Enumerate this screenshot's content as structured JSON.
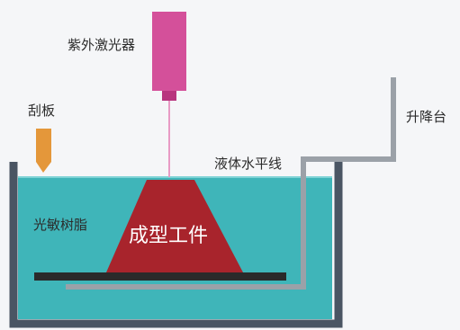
{
  "labels": {
    "uv_laser": "紫外激光器",
    "scraper": "刮板",
    "elevator": "升降台",
    "liquid_level": "液体水平线",
    "resin": "光敏树脂",
    "workpiece": "成型工件"
  },
  "colors": {
    "background": "#f5f6f8",
    "resin": "#3fb5b9",
    "vat_wall": "#4a5563",
    "laser_body": "#d4509a",
    "laser_nozzle": "#b8347e",
    "laser_beam": "#e89bc5",
    "scraper": "#e4973a",
    "workpiece": "#a8242c",
    "elevator": "#9ba1a8",
    "platform": "#2a2a2a"
  }
}
